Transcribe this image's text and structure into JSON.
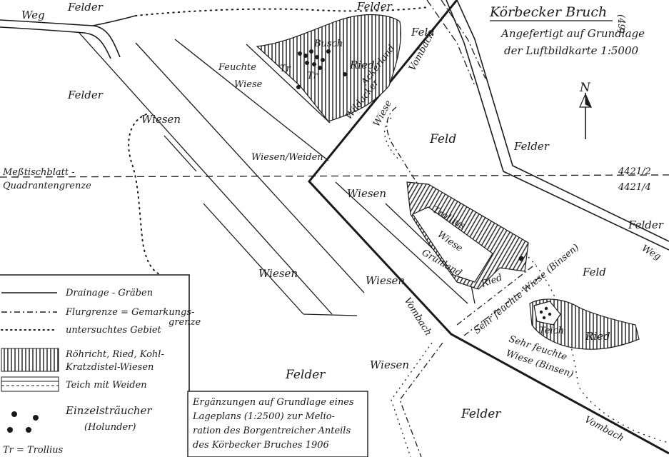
{
  "title": {
    "name": "Körbecker Bruch",
    "number": "(49)",
    "subtitle_line1": "Angefertigt auf Grundlage",
    "subtitle_line2": "der Luftbildkarte 1:5000"
  },
  "north_arrow": {
    "letter": "N",
    "icon": "north-arrow-icon"
  },
  "labels": {
    "weg_top_left": "Weg",
    "felder_top_left": "Felder",
    "felder_top_mid": "Felder",
    "feld_top_right": "Feld",
    "felder_left": "Felder",
    "busch": "Busch",
    "ried_top": "Ried",
    "tr_a": "Tr",
    "tr_b": "Tr",
    "feuchte_wiese_1": "Feuchte",
    "feuchte_wiese_2": "Wiese",
    "wildacker": "Wildacker",
    "ackerland": "Ackerland",
    "vombach_top": "Vombach",
    "wiesen_left": "Wiesen",
    "wiese_diag": "Wiese",
    "feld_mid": "Feld",
    "felder_mid_right": "Felder",
    "wiesen_weiden": "Wiesen/Weiden",
    "messtischblatt_1": "Meßtischblatt -",
    "messtischblatt_2": "Quadrantengrenze",
    "quad_code_top": "4421/2",
    "quad_code_bottom": "4421/4",
    "wiesen_center": "Wiesen",
    "trollius": "Trollius",
    "wiese_center_diag": "Wiese",
    "grunland": "Grünland",
    "ried_mid": "Ried",
    "felder_right": "Felder",
    "weg_right": "Weg",
    "feld_right": "Feld",
    "wiesen_lower": "Wiesen",
    "wiesen_center_low": "Wiesen",
    "vombach_mid": "Vombach",
    "sehr_feuchte_wiese_diag": "Sehr feuchte Wiese (Binsen)",
    "teich": "Teich",
    "ried_right": "Ried",
    "sehr_feuchte_1": "Sehr feuchte",
    "sehr_feuchte_2": "Wiese (Binsen)",
    "felder_bottom_left": "Felder",
    "wiesen_bottom": "Wiesen",
    "felder_bottom_right": "Felder",
    "vombach_bottom": "Vombach"
  },
  "legend": {
    "items": [
      {
        "symbol": "solid-line",
        "text": "Drainage - Gräben"
      },
      {
        "symbol": "dash-dot-line",
        "text": "Flurgrenze = Gemarkungs-"
      },
      {
        "symbol": "none",
        "text": "grenze"
      },
      {
        "symbol": "dotted-line",
        "text": "untersuchtes Gebiet"
      },
      {
        "symbol": "hatch-box",
        "text": "Röhricht, Ried, Kohl-"
      },
      {
        "symbol": "none",
        "text": "Kratzdistel-Wiesen"
      },
      {
        "symbol": "pond-box",
        "text": "Teich mit Weiden"
      },
      {
        "symbol": "dots",
        "text": "Einzelsträucher"
      },
      {
        "symbol": "none",
        "text": "(Holunder)"
      }
    ],
    "footnote": "Tr = Trollius"
  },
  "note": {
    "lines": [
      "Ergänzungen auf Grundlage eines",
      "Lageplans (1:2500) zur Melio-",
      "ration des Borgentreicher Anteils",
      "des Körbecker Bruches 1906"
    ]
  },
  "colors": {
    "ink": "#1a1a1a",
    "paper": "#ffffff"
  }
}
